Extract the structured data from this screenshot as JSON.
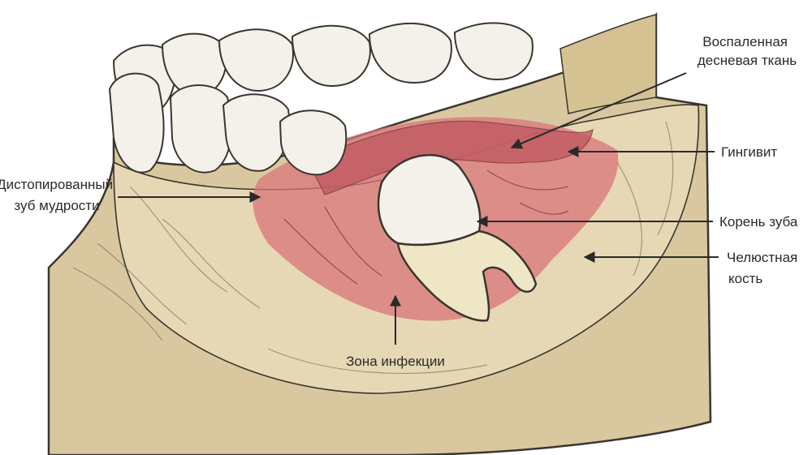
{
  "labels": {
    "inflamed_gum": [
      "Воспаленная",
      "десневая ткань"
    ],
    "gingivitis": "Гингивит",
    "impacted_tooth": [
      "Дистопированный",
      "зуб мудрости"
    ],
    "tooth_root": "Корень зуба",
    "jaw_bone": [
      "Челюстная",
      "кость"
    ],
    "infection_zone": "Зона инфекции"
  },
  "colors": {
    "bone": "#d9c89f",
    "bone_light": "#e6d8b4",
    "outline": "#3a3530",
    "tooth": "#f4f1ea",
    "root": "#eee6c4",
    "infection": "#d9747a",
    "inflamed": "#c25a63",
    "gum_pink": "#e9a3a3"
  }
}
